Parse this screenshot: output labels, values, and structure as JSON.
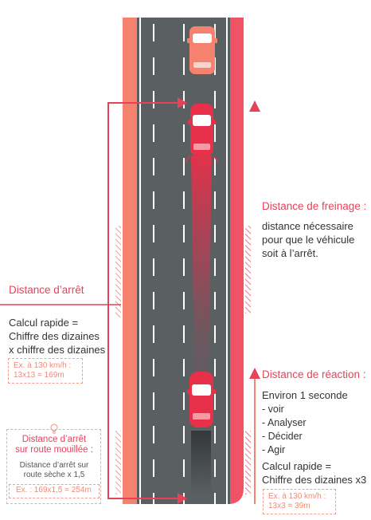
{
  "palette": {
    "road": "#5a5f62",
    "shoulder_left": "#f4826f",
    "shoulder_right": "#ef5466",
    "accent": "#e8415a",
    "car_red": "#e8304a",
    "car_orange": "#f4826f"
  },
  "icons": {
    "bulb": "lightbulb-icon",
    "arrows": "arrow-icon"
  },
  "distance_arret": {
    "title": "Distance d’arrêt",
    "text_line1": "Calcul rapide =",
    "text_line2": "Chiffre des dizaines",
    "text_line3": "x chiffre des dizaines",
    "example_line1": "Ex. à 130 km/h :",
    "example_line2": "13x13 = 169m"
  },
  "distance_mouillee": {
    "title_line1": "Distance d’arrêt",
    "title_line2": "sur route mouillée :",
    "text_line1": "Distance d’arrêt sur",
    "text_line2": "route sèche x 1,5",
    "example": "Ex. : 169x1,5 = 254m"
  },
  "distance_freinage": {
    "title": "Distance de freinage :",
    "text_line1": "distance nécessaire",
    "text_line2": "pour que le véhicule",
    "text_line3": "soit à l’arrêt."
  },
  "distance_reaction": {
    "title": "Distance de réaction :",
    "intro": "Environ 1 seconde",
    "steps": [
      "- voir",
      "- Analyser",
      "- Décider",
      "- Agir"
    ],
    "calc_line1": "Calcul rapide =",
    "calc_line2": "Chiffre des dizaines x3",
    "example_line1": "Ex. à 130 km/h :",
    "example_line2": "13x3 = 39m"
  }
}
